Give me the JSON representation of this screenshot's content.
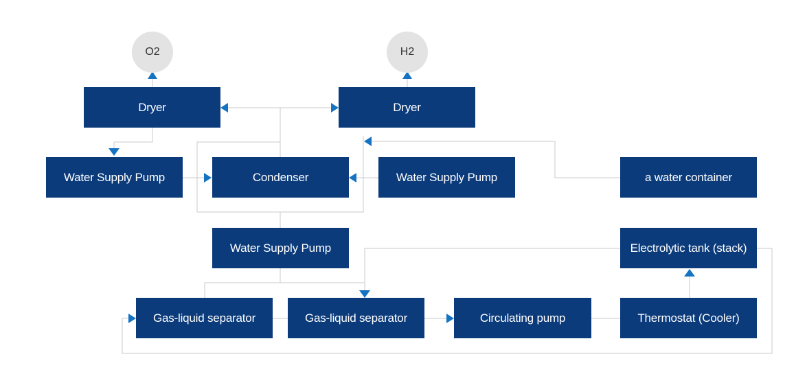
{
  "nodes": {
    "o2": "O2",
    "h2": "H2",
    "dryer_left": "Dryer",
    "dryer_right": "Dryer",
    "pump_left": "Water Supply Pump",
    "condenser": "Condenser",
    "pump_right": "Water Supply Pump",
    "water_container": "a water container",
    "pump_center": "Water Supply Pump",
    "electrolytic_tank": "Electrolytic tank (stack)",
    "separator_left": "Gas-liquid separator",
    "separator_right": "Gas-liquid separator",
    "circulating_pump": "Circulating pump",
    "thermostat": "Thermostat (Cooler)"
  },
  "colors": {
    "box": "#0b3b7b",
    "connector": "#d3d3d3",
    "arrow": "#1673c2",
    "circle": "#e3e3e3"
  }
}
